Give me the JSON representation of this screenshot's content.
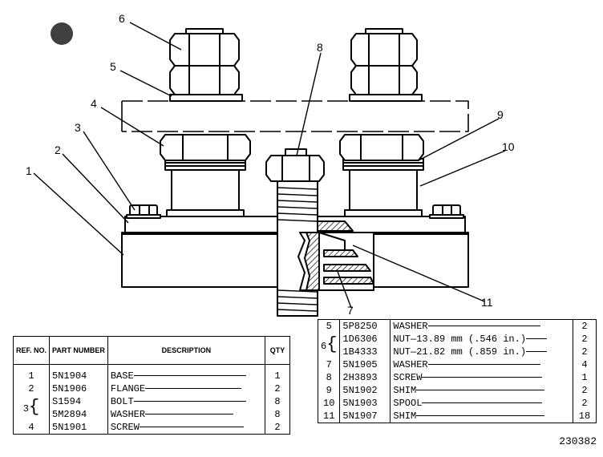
{
  "callouts": [
    "1",
    "2",
    "3",
    "4",
    "5",
    "6",
    "7",
    "8",
    "9",
    "10",
    "11"
  ],
  "table_left": {
    "headers": {
      "ref": "REF. NO.",
      "part": "PART NUMBER",
      "desc": "DESCRIPTION",
      "qty": "QTY"
    },
    "rows": [
      {
        "ref": "1",
        "part": "5N1904",
        "desc": "BASE",
        "qty": "1"
      },
      {
        "ref": "2",
        "part": "5N1906",
        "desc": "FLANGE",
        "qty": "2"
      },
      {
        "ref": "3",
        "part": "S1594",
        "desc": "BOLT",
        "qty": "8"
      },
      {
        "ref": "",
        "part": "5M2894",
        "desc": "WASHER",
        "qty": "8"
      },
      {
        "ref": "4",
        "part": "5N1901",
        "desc": "SCREW",
        "qty": "2"
      }
    ]
  },
  "table_right": {
    "rows": [
      {
        "ref": "5",
        "part": "5P8250",
        "desc": "WASHER",
        "qty": "2"
      },
      {
        "ref": "6",
        "part": "1D6306",
        "desc": "NUT—13.89 mm (.546 in.)",
        "qty": "2"
      },
      {
        "ref": "",
        "part": "1B4333",
        "desc": "NUT—21.82 mm (.859 in.)",
        "qty": "2"
      },
      {
        "ref": "7",
        "part": "5N1905",
        "desc": "WASHER",
        "qty": "4"
      },
      {
        "ref": "8",
        "part": "2H3893",
        "desc": "SCREW",
        "qty": "1"
      },
      {
        "ref": "9",
        "part": "5N1902",
        "desc": "SHIM",
        "qty": "2"
      },
      {
        "ref": "10",
        "part": "5N1903",
        "desc": "SPOOL",
        "qty": "2"
      },
      {
        "ref": "11",
        "part": "5N1907",
        "desc": "SHIM",
        "qty": "18"
      }
    ]
  },
  "drawing_number": "230382"
}
